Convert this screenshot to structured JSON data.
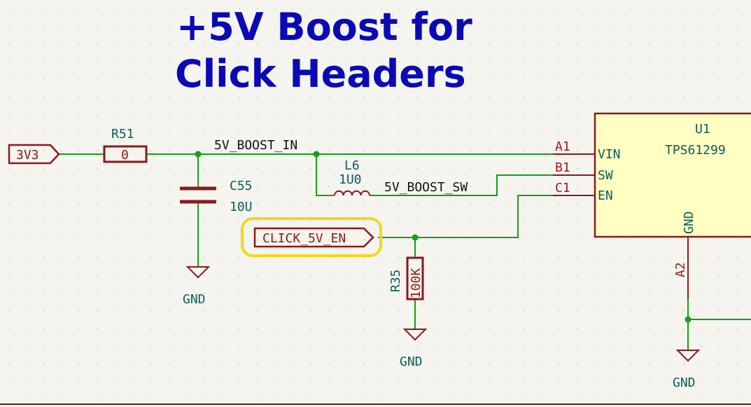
{
  "title": {
    "line1": "+5V Boost for",
    "line2": "Click Headers"
  },
  "nets": {
    "boost_in": "5V_BOOST_IN",
    "boost_sw": "5V_BOOST_SW"
  },
  "labels": {
    "v3v3": "3V3",
    "click_en": "CLICK_5V_EN"
  },
  "r51": {
    "ref": "R51",
    "value": "0"
  },
  "c55": {
    "ref": "C55",
    "value": "10U"
  },
  "l6": {
    "ref": "L6",
    "value": "1U0"
  },
  "r35": {
    "ref": "R35",
    "value": "100K"
  },
  "u1": {
    "ref": "U1",
    "value": "TPS61299",
    "pins": {
      "vin": {
        "num": "A1",
        "name": "VIN"
      },
      "sw": {
        "num": "B1",
        "name": "SW"
      },
      "en": {
        "num": "C1",
        "name": "EN"
      },
      "gnd": {
        "num": "A2",
        "name": "GND"
      }
    }
  },
  "gnd_label": "GND",
  "colors": {
    "wire": "#15a015",
    "component": "#8b1a1a",
    "title": "#0a0ab4",
    "highlight": "#f2d81c",
    "background": "#f5f4ef"
  }
}
